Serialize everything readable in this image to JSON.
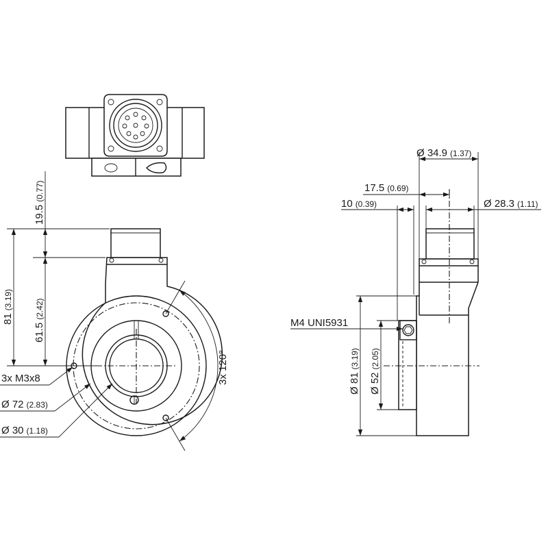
{
  "front_view": {
    "height_total": {
      "value": "81",
      "sub": "(3.19)"
    },
    "height_bore": {
      "value": "61.5",
      "sub": "(2.42)"
    },
    "connector_height": {
      "value": "19.5",
      "sub": "(0.77)"
    },
    "screws": {
      "value": "3x M3x8"
    },
    "bolt_circle": {
      "value": "Ø 72",
      "sub": "(2.83)"
    },
    "bore": {
      "value": "Ø 30",
      "sub": "(1.18)"
    },
    "angle": {
      "value": "3x 120°"
    }
  },
  "side_view": {
    "width_total": {
      "value": "Ø 34.9",
      "sub": "(1.37)"
    },
    "offset_a": {
      "value": "17.5",
      "sub": "(0.69)"
    },
    "offset_b": {
      "value": "10",
      "sub": "(0.39)"
    },
    "connector_dia": {
      "value": "Ø 28.3",
      "sub": "(1.11)"
    },
    "clamp_screw": {
      "value": "M4 UNI5931"
    },
    "outer_dia": {
      "value": "Ø 81",
      "sub": "(3.19)"
    },
    "flange_dia": {
      "value": "Ø 52",
      "sub": "(2.05)"
    }
  }
}
